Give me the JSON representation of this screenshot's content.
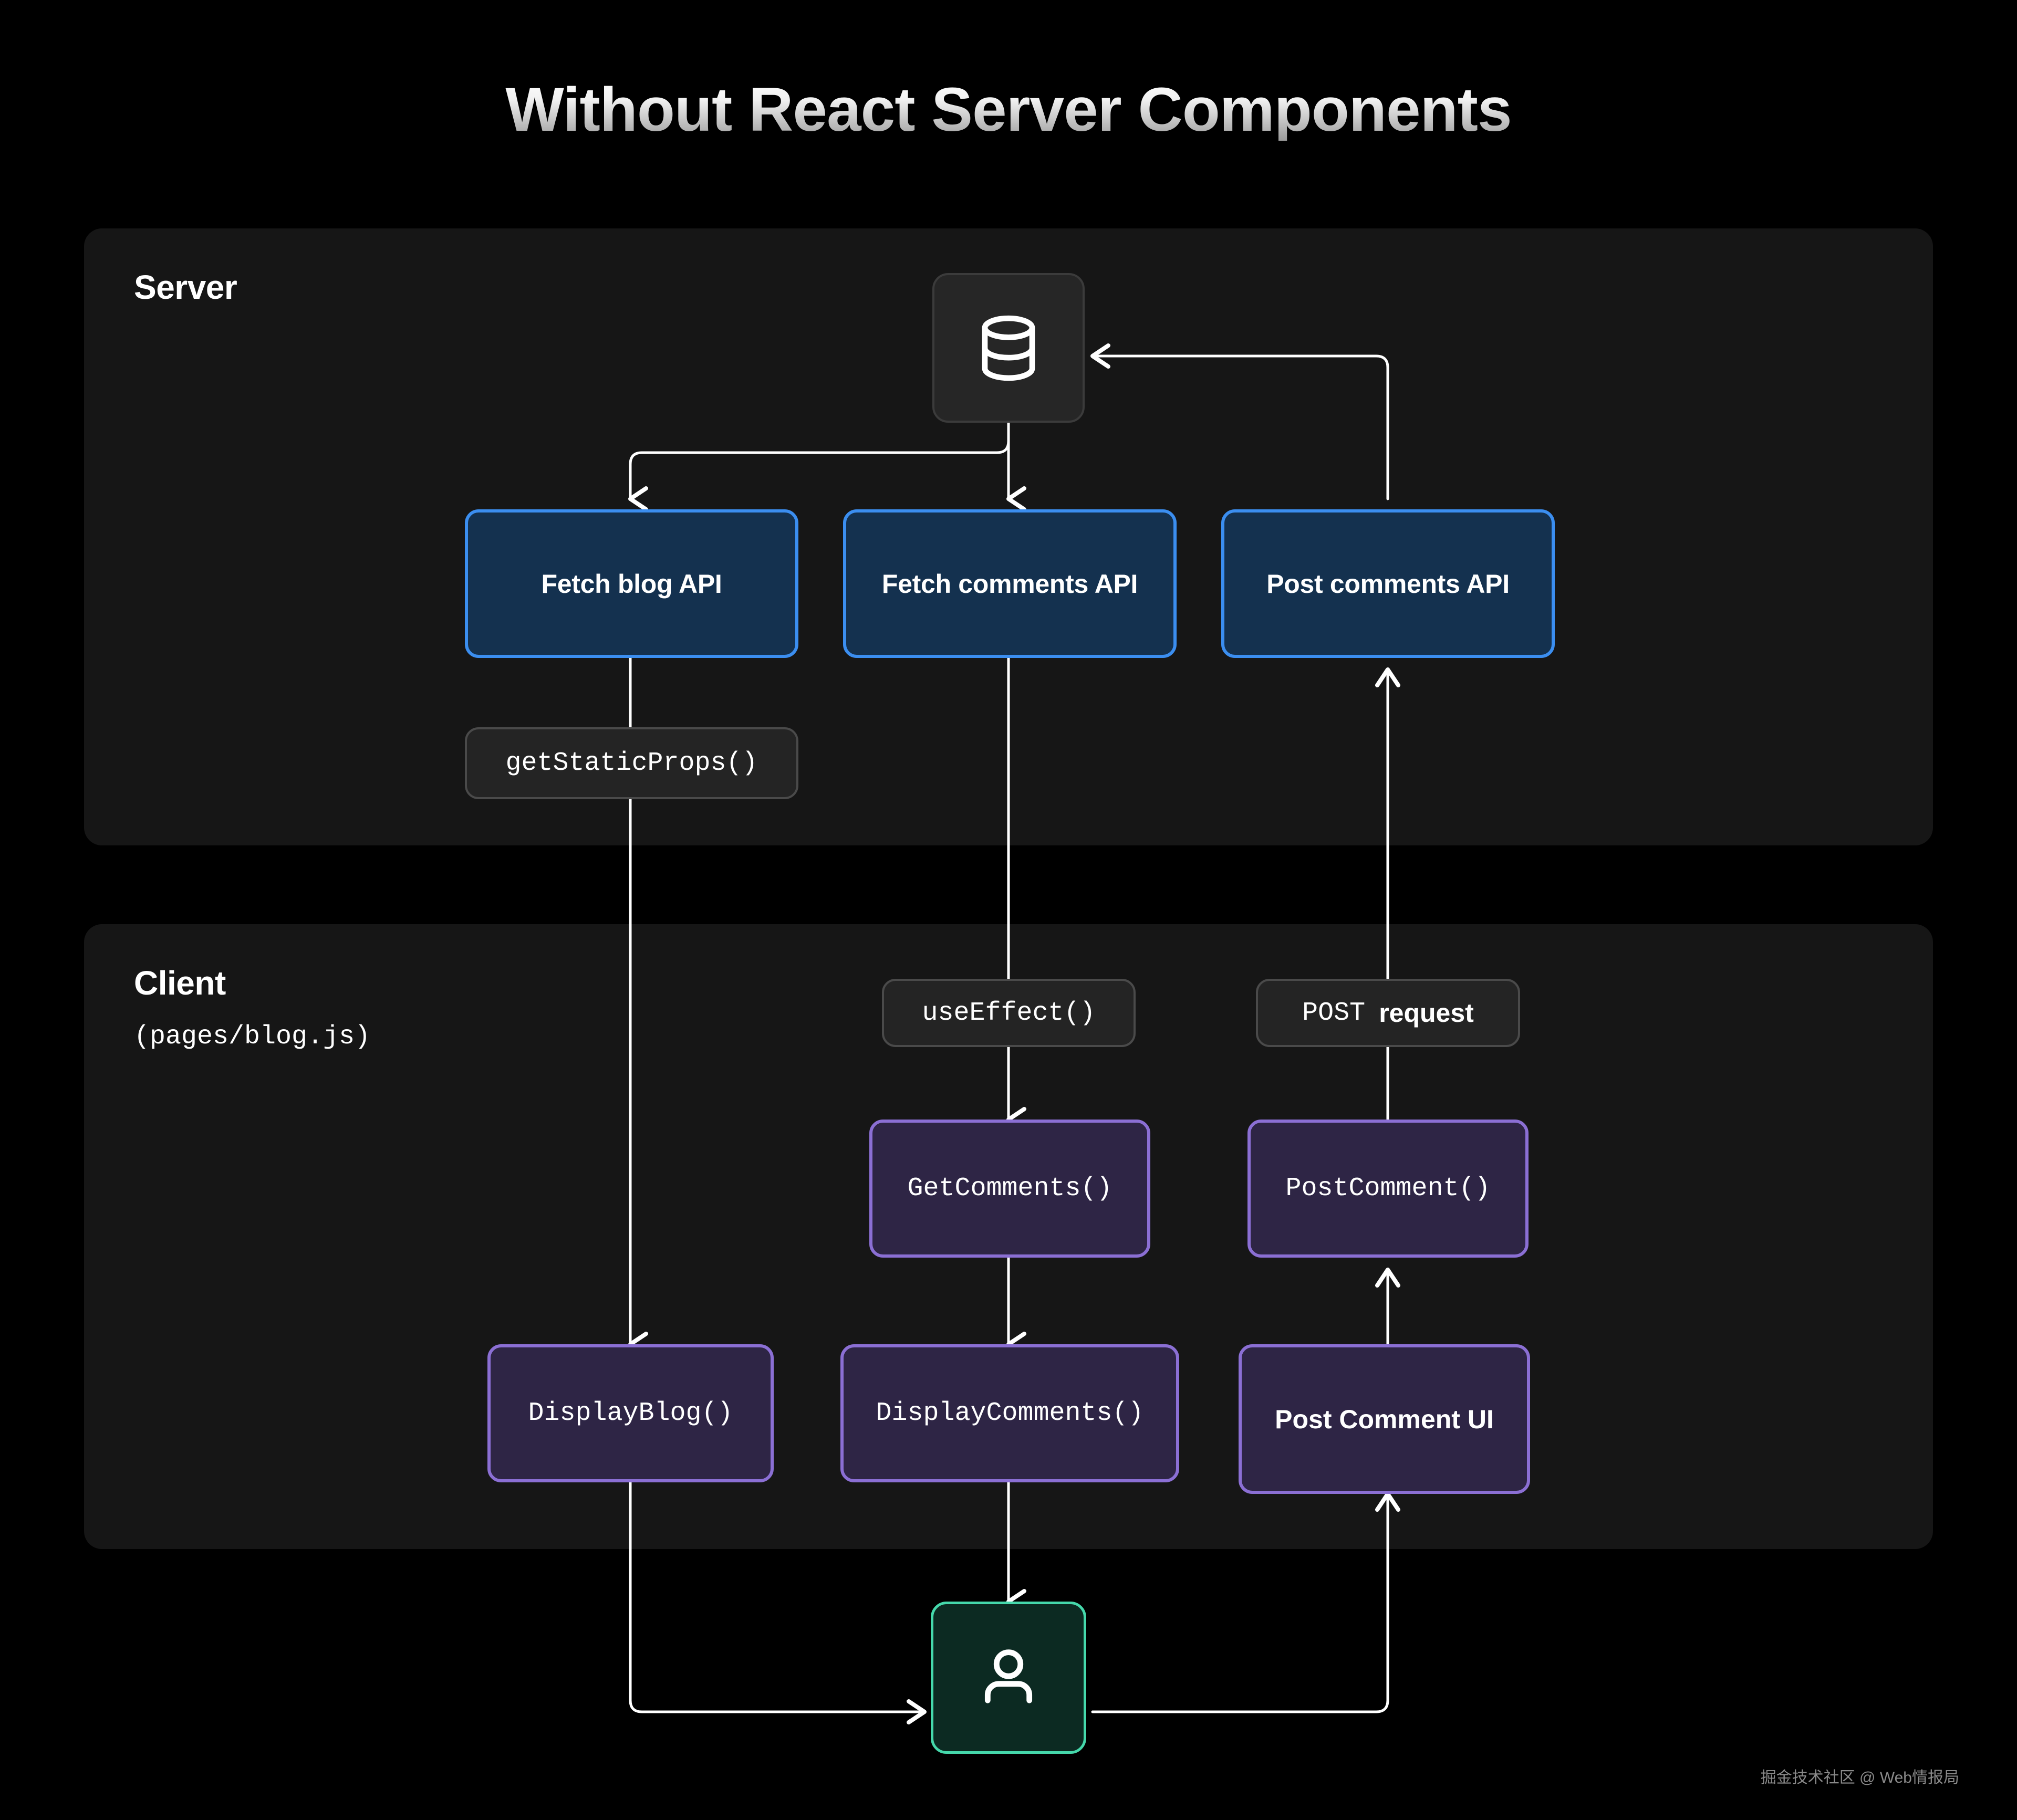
{
  "title": "Without React Server Components",
  "watermark": "掘金技术社区 @ Web情报局",
  "colors": {
    "background": "#000000",
    "panel": "#161616",
    "api_border": "#3b8ef0",
    "api_fill": "#14314f",
    "component_border": "#8b6fd4",
    "component_fill": "#2e2545",
    "user_border": "#45d8ab",
    "user_fill": "#0c2a22",
    "pill_border": "#4a4a4a",
    "pill_fill": "#242424",
    "wire": "#ffffff"
  },
  "panels": {
    "server": {
      "title": "Server"
    },
    "client": {
      "title": "Client",
      "subtitle": "(pages/blog.js)"
    }
  },
  "nodes": {
    "database": {
      "icon": "database-icon"
    },
    "user": {
      "icon": "user-icon"
    },
    "fetch_blog_api": {
      "label": "Fetch blog API"
    },
    "fetch_comments_api": {
      "label": "Fetch  comments API"
    },
    "post_comments_api": {
      "label": "Post comments API"
    },
    "get_static_props": {
      "label": "getStaticProps()"
    },
    "use_effect": {
      "label": "useEffect()"
    },
    "post_request": {
      "label_mono": "POST",
      "label_bold": "request"
    },
    "get_comments": {
      "label": "GetComments()"
    },
    "post_comment": {
      "label": "PostComment()"
    },
    "display_blog": {
      "label": "DisplayBlog()"
    },
    "display_comments": {
      "label": "DisplayComments()"
    },
    "post_comment_ui": {
      "label": "Post Comment UI"
    }
  },
  "edges": [
    {
      "from": "database",
      "to": "fetch_blog_api",
      "arrow": "down"
    },
    {
      "from": "database",
      "to": "fetch_comments_api",
      "arrow": "down"
    },
    {
      "from": "fetch_blog_api",
      "to": "get_static_props",
      "arrow": "none"
    },
    {
      "from": "get_static_props",
      "to": "display_blog",
      "arrow": "down"
    },
    {
      "from": "fetch_comments_api",
      "to": "use_effect",
      "arrow": "none"
    },
    {
      "from": "use_effect",
      "to": "get_comments",
      "arrow": "down"
    },
    {
      "from": "get_comments",
      "to": "display_comments",
      "arrow": "down"
    },
    {
      "from": "display_comments",
      "to": "user",
      "arrow": "down"
    },
    {
      "from": "display_blog",
      "to": "user",
      "arrow": "right"
    },
    {
      "from": "user",
      "to": "post_comment_ui",
      "arrow": "up"
    },
    {
      "from": "post_comment_ui",
      "to": "post_comment",
      "arrow": "up"
    },
    {
      "from": "post_comment",
      "to": "post_request",
      "arrow": "none"
    },
    {
      "from": "post_request",
      "to": "post_comments_api",
      "arrow": "up"
    },
    {
      "from": "post_comments_api",
      "to": "database",
      "arrow": "left"
    }
  ]
}
